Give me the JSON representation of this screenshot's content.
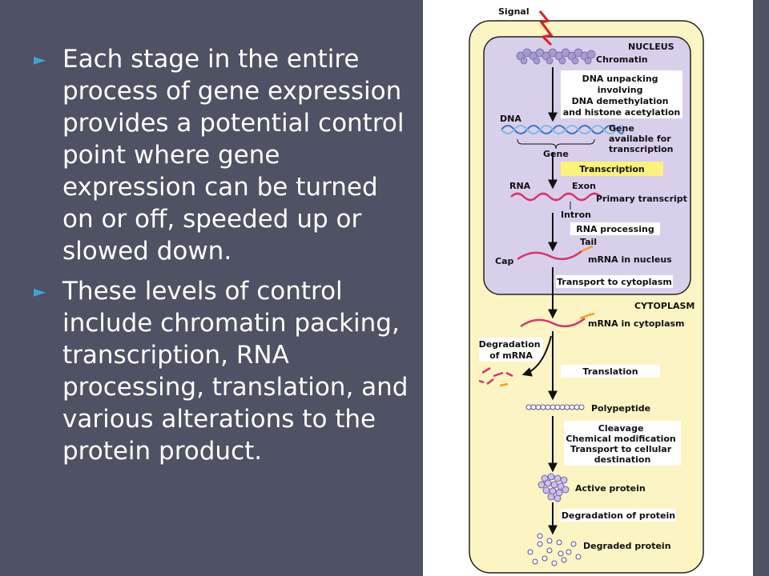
{
  "bullets": [
    "Each stage in the entire process of gene expression provides a potential control point where gene expression can be turned on or off, speeded up or slowed down.",
    "These levels of control include chromatin packing, transcription, RNA processing, translation, and various alterations to the protein product."
  ],
  "bullet_marker": "►",
  "diagram": {
    "signal": "Signal",
    "nucleus": "NUCLEUS",
    "chromatin": "Chromatin",
    "dna_unpacking": [
      "DNA unpacking",
      "involving",
      "DNA demethylation",
      "and histone acetylation"
    ],
    "dna": "DNA",
    "gene_available": [
      "Gene",
      "available for",
      "transcription"
    ],
    "gene": "Gene",
    "transcription": "Transcription",
    "rna": "RNA",
    "exon": "Exon",
    "primary_transcript": "Primary transcript",
    "intron": "Intron",
    "rna_processing": "RNA processing",
    "tail": "Tail",
    "cap": "Cap",
    "mrna_nucleus": "mRNA in nucleus",
    "transport": "Transport to cytoplasm",
    "cytoplasm": "CYTOPLASM",
    "mrna_cytoplasm": "mRNA in cytoplasm",
    "degradation_mrna": [
      "Degradation",
      "of mRNA"
    ],
    "translation": "Translation",
    "polypeptide": "Polypeptide",
    "cleavage": [
      "Cleavage",
      "Chemical modification",
      "Transport to cellular",
      "destination"
    ],
    "active_protein": "Active protein",
    "degradation_protein": "Degradation of protein",
    "degraded_protein": "Degraded protein"
  },
  "colors": {
    "background": "#4f5164",
    "bullet_marker": "#3fa2d6",
    "cytoplasm_fill": "#fdf4c4",
    "nucleus_fill": "#d8d0eb",
    "transcription_highlight": "#fdf27a",
    "rna_strand": "#d8336b",
    "signal_bolt": "#e02020"
  }
}
